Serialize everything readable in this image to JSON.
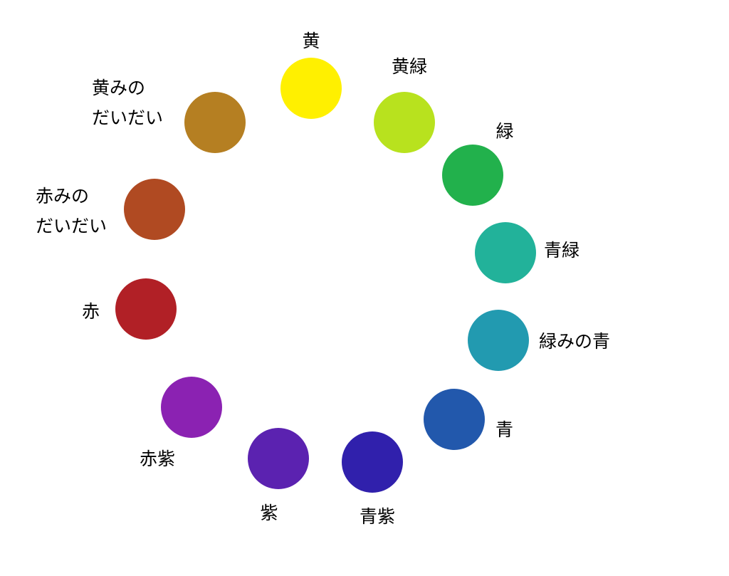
{
  "wheel": {
    "colors": [
      {
        "label": "黄",
        "color": "#FFF000"
      },
      {
        "label": "黄緑",
        "color": "#B8E21E"
      },
      {
        "label": "緑",
        "color": "#22B14C"
      },
      {
        "label": "青緑",
        "color": "#22B29A"
      },
      {
        "label": "緑みの青",
        "color": "#229AB0"
      },
      {
        "label": "青",
        "color": "#2258AC"
      },
      {
        "label": "青紫",
        "color": "#3020AC"
      },
      {
        "label": "紫",
        "color": "#5B22B0"
      },
      {
        "label": "赤紫",
        "color": "#8B22B2"
      },
      {
        "label": "赤",
        "color": "#B12026"
      },
      {
        "label": "赤みの\nだいだい",
        "color": "#B04A22"
      },
      {
        "label": "黄みの\nだいだい",
        "color": "#B57F22"
      }
    ]
  }
}
